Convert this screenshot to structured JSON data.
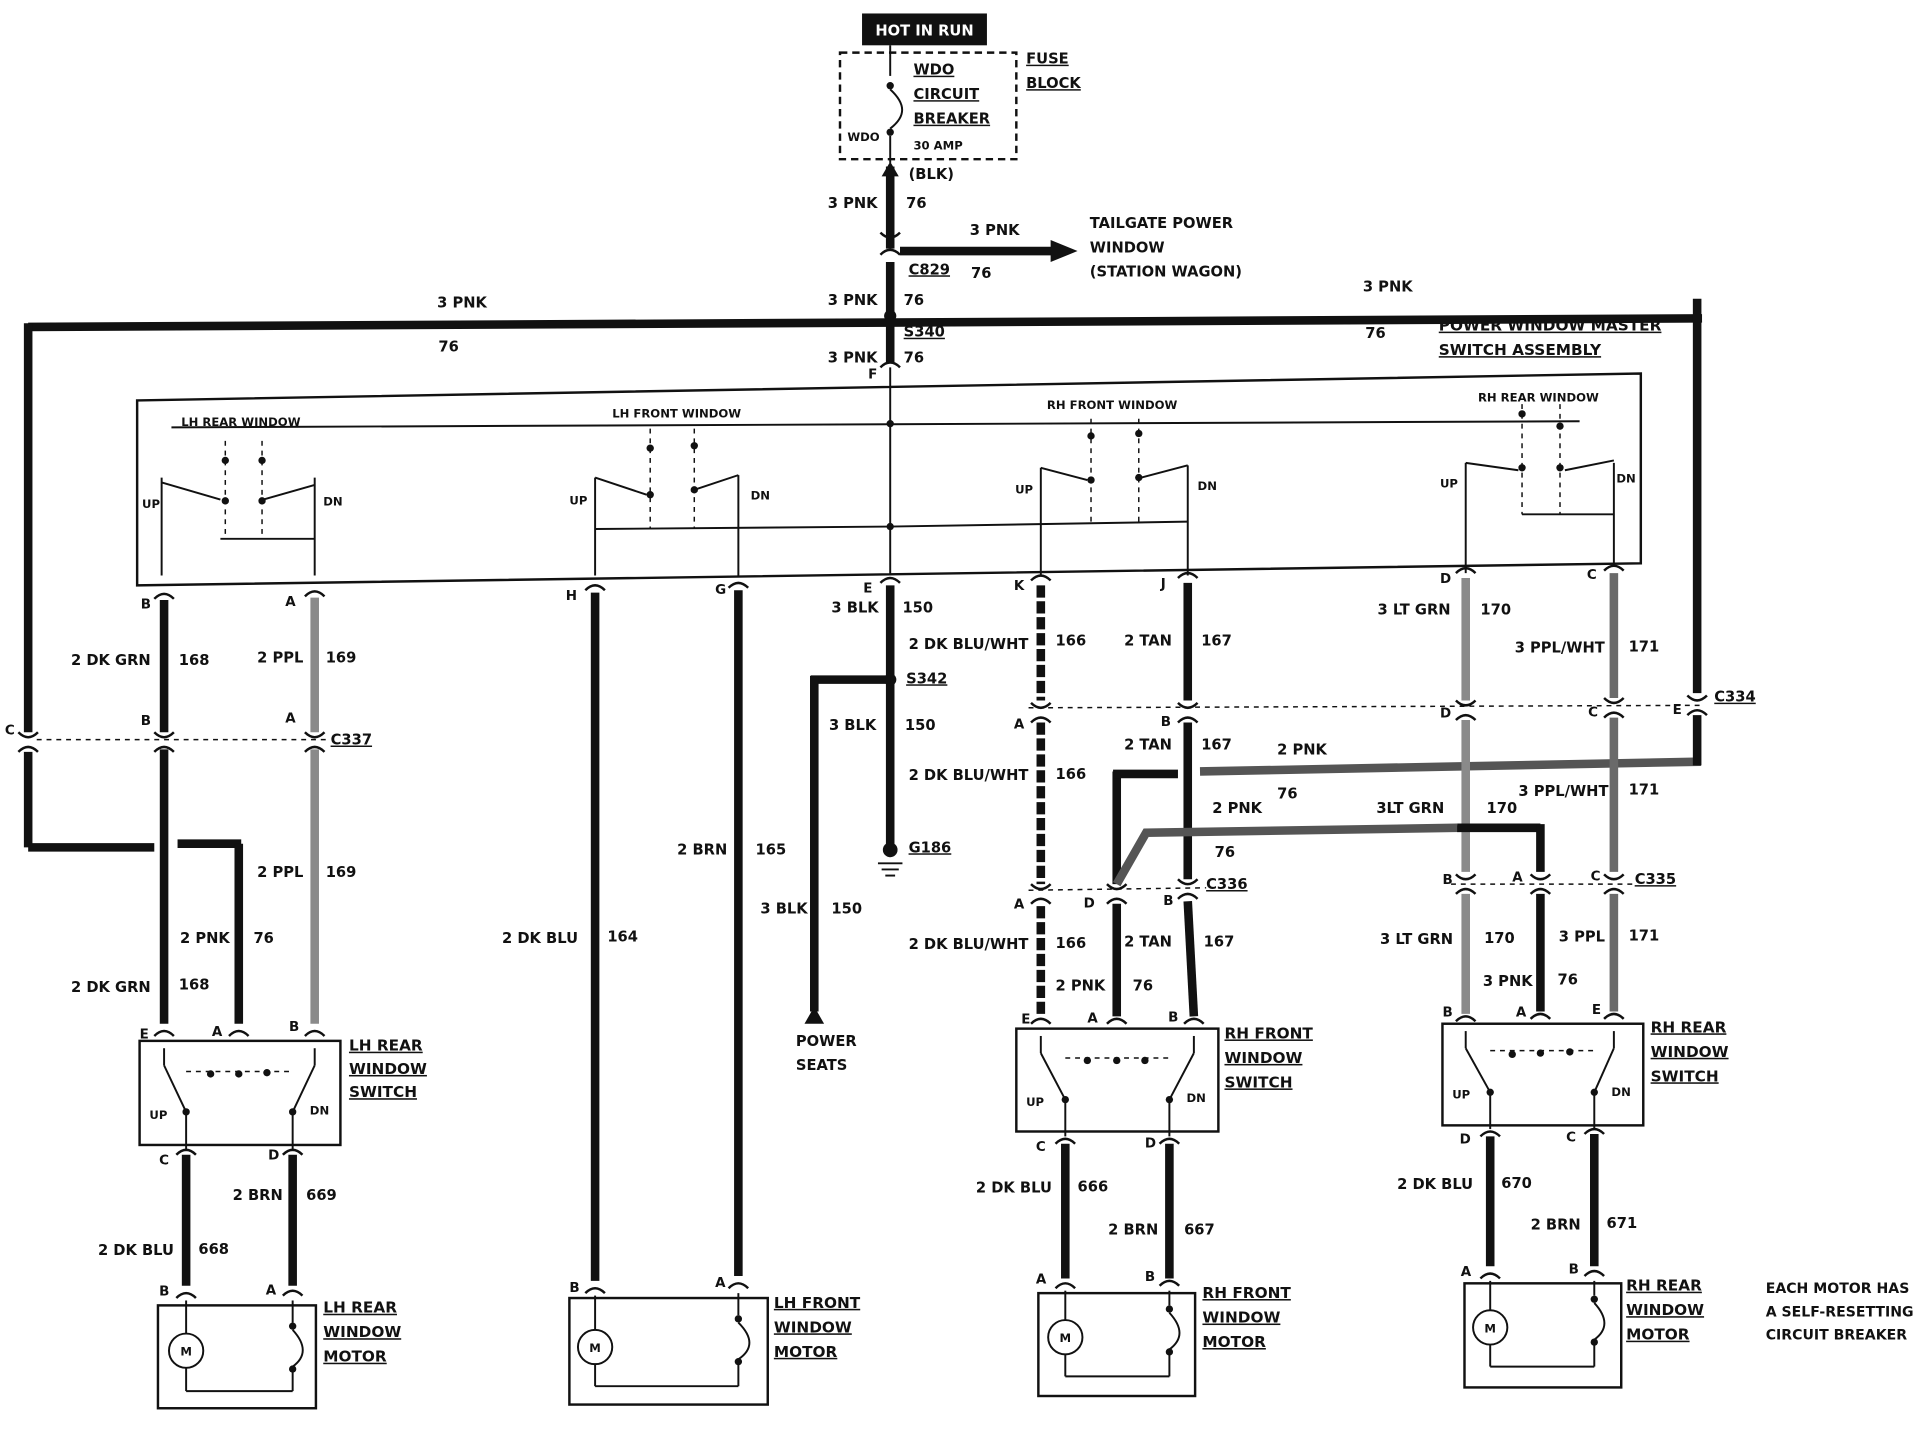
{
  "hot_in_run": "HOT IN RUN",
  "fuse_block": {
    "breaker_line1": "WDO",
    "breaker_line2": "CIRCUIT",
    "breaker_line3": "BREAKER",
    "breaker_rating": "30 AMP",
    "breaker_pin": "WDO",
    "fuse_line1": "FUSE",
    "fuse_line2": "BLOCK",
    "blk": "(BLK)"
  },
  "connectors": {
    "c829": "C829",
    "s340": "S340",
    "s342": "S342",
    "g186": "G186",
    "c337": "C337",
    "c336": "C336",
    "c335": "C335",
    "c334": "C334"
  },
  "tailgate": {
    "line1": "TAILGATE POWER",
    "line2": "WINDOW",
    "line3": "(STATION WAGON)"
  },
  "master_switch": {
    "title1": "POWER WINDOW MASTER",
    "title2": "SWITCH ASSEMBLY",
    "lh_rear": "LH REAR WINDOW",
    "lh_front": "LH FRONT WINDOW",
    "rh_front": "RH FRONT WINDOW",
    "rh_rear": "RH REAR WINDOW",
    "up": "UP",
    "dn": "DN"
  },
  "wire_labels": {
    "pnk3": "3 PNK",
    "c76": "76",
    "dkgrn2": "2 DK GRN",
    "c168": "168",
    "ppl2": "2 PPL",
    "c169": "169",
    "pnk2": "2 PNK",
    "dkblu2": "2 DK BLU",
    "c164": "164",
    "brn2": "2 BRN",
    "c165": "165",
    "blk3": "3 BLK",
    "c150": "150",
    "dkbluwht2": "2 DK BLU/WHT",
    "c166": "166",
    "tan2": "2 TAN",
    "c167": "167",
    "ltgrn3": "3 LT GRN",
    "ltgrn3b": "3LT GRN",
    "c170": "170",
    "pplwht3": "3 PPL/WHT",
    "c171": "171",
    "ppl3": "3 PPL",
    "c668": "668",
    "c669": "669",
    "c666": "666",
    "c667": "667",
    "c670": "670",
    "c671": "671"
  },
  "power_seats": {
    "line1": "POWER",
    "line2": "SEATS"
  },
  "switches": {
    "lh_rear": [
      "LH REAR",
      "WINDOW",
      "SWITCH"
    ],
    "rh_front": [
      "RH FRONT",
      "WINDOW",
      "SWITCH"
    ],
    "rh_rear": [
      "RH REAR",
      "WINDOW",
      "SWITCH"
    ],
    "up": "UP",
    "dn": "DN"
  },
  "motors": {
    "lh_rear": [
      "LH REAR",
      "WINDOW",
      "MOTOR"
    ],
    "lh_front": [
      "LH FRONT",
      "WINDOW",
      "MOTOR"
    ],
    "rh_front": [
      "RH FRONT",
      "WINDOW",
      "MOTOR"
    ],
    "rh_rear": [
      "RH REAR",
      "WINDOW",
      "MOTOR"
    ],
    "m": "M"
  },
  "note": {
    "line1": "EACH MOTOR HAS",
    "line2": "A SELF-RESETTING",
    "line3": "CIRCUIT BREAKER"
  }
}
